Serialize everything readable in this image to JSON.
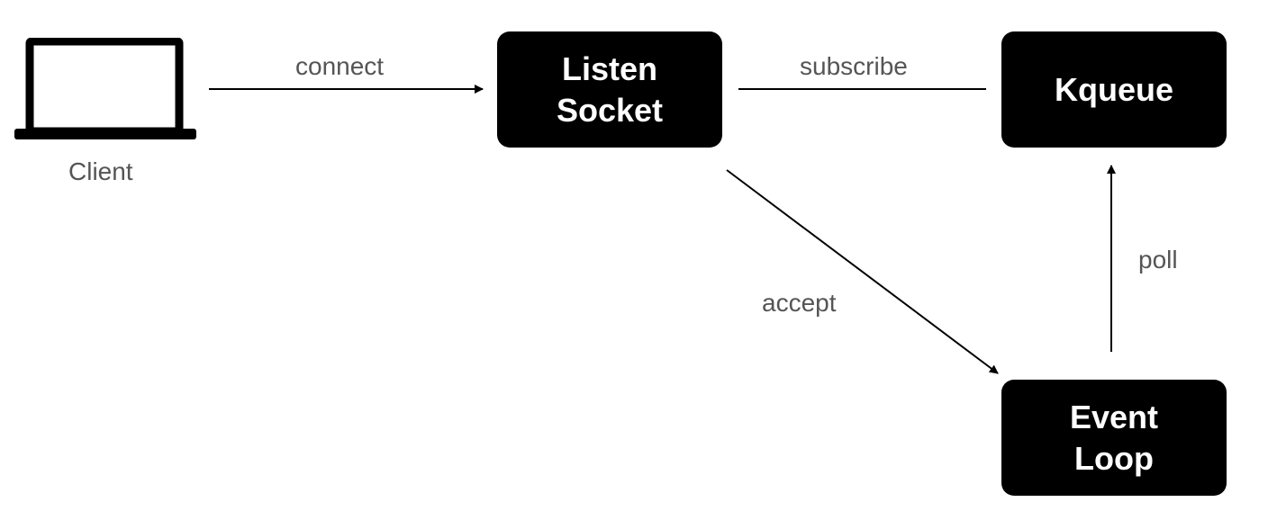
{
  "nodes": {
    "client": {
      "label": "Client",
      "icon": "laptop-icon"
    },
    "listen_socket": {
      "line1": "Listen",
      "line2": "Socket"
    },
    "kqueue": {
      "line1": "Kqueue"
    },
    "event_loop": {
      "line1": "Event",
      "line2": "Loop"
    }
  },
  "edges": {
    "connect": "connect",
    "subscribe": "subscribe",
    "accept": "accept",
    "poll": "poll"
  },
  "colors": {
    "node_fill": "#000000",
    "node_text": "#ffffff",
    "label_text": "#555555",
    "edge_stroke": "#000000"
  }
}
